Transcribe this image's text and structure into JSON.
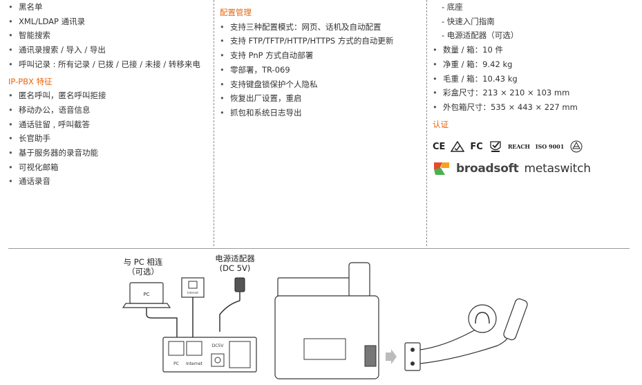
{
  "col1": {
    "items_top": [
      "黑名单",
      "XML/LDAP 通讯录",
      "智能搜索",
      "通讯录搜索 / 导入 / 导出",
      "呼叫记录 : 所有记录 / 已拨 / 已接 / 未接 / 转移来电"
    ],
    "ippbx_heading": "IP-PBX 特征",
    "ippbx_items": [
      "匿名呼叫，匿名呼叫拒接",
      "移动办公，语音信息",
      "通话驻留 , 呼叫截答",
      "长官助手",
      "基于服务器的录音功能",
      "可视化邮箱",
      "通话录音"
    ]
  },
  "col2": {
    "heading": "配置管理",
    "items": [
      "支持三种配置模式：网页、话机及自动配置",
      "支持 FTP/TFTP/HTTP/HTTPS 方式的自动更新",
      "支持 PnP 方式自动部署",
      "零部署，TR-069",
      "支持键盘锁保护个人隐私",
      "恢复出厂设置，重启",
      "抓包和系统日志导出"
    ]
  },
  "col3": {
    "sub_items": [
      "- 底座",
      "- 快速入门指南",
      "- 电源适配器（可选）"
    ],
    "items": [
      "数量 / 箱：10 件",
      "净重 / 箱：9.42 kg",
      "毛重 / 箱：10.43 kg",
      "彩盒尺寸：213 × 210 × 103 mm",
      "外包箱尺寸：535 × 443 × 227 mm"
    ],
    "cert_heading": "认证",
    "certs": {
      "ce": "CE",
      "fc": "FC",
      "reach": "REACH",
      "iso": "ISO 9001"
    },
    "brands": {
      "broadsoft": "broadsoft",
      "metaswitch": "metaswitch"
    }
  },
  "diagram": {
    "pc_label_line1": "与 PC 相连",
    "pc_label_line2": "（可选）",
    "power_label_line1": "电源适配器",
    "power_label_line2": "(DC 5V)",
    "laptop_text": "PC",
    "port_pc": "PC",
    "port_internet": "Internet",
    "dc_label": "DC5V",
    "wall_text": "Internet"
  },
  "colors": {
    "accent": "#E8650A",
    "text": "#333333",
    "divider": "#888888"
  }
}
